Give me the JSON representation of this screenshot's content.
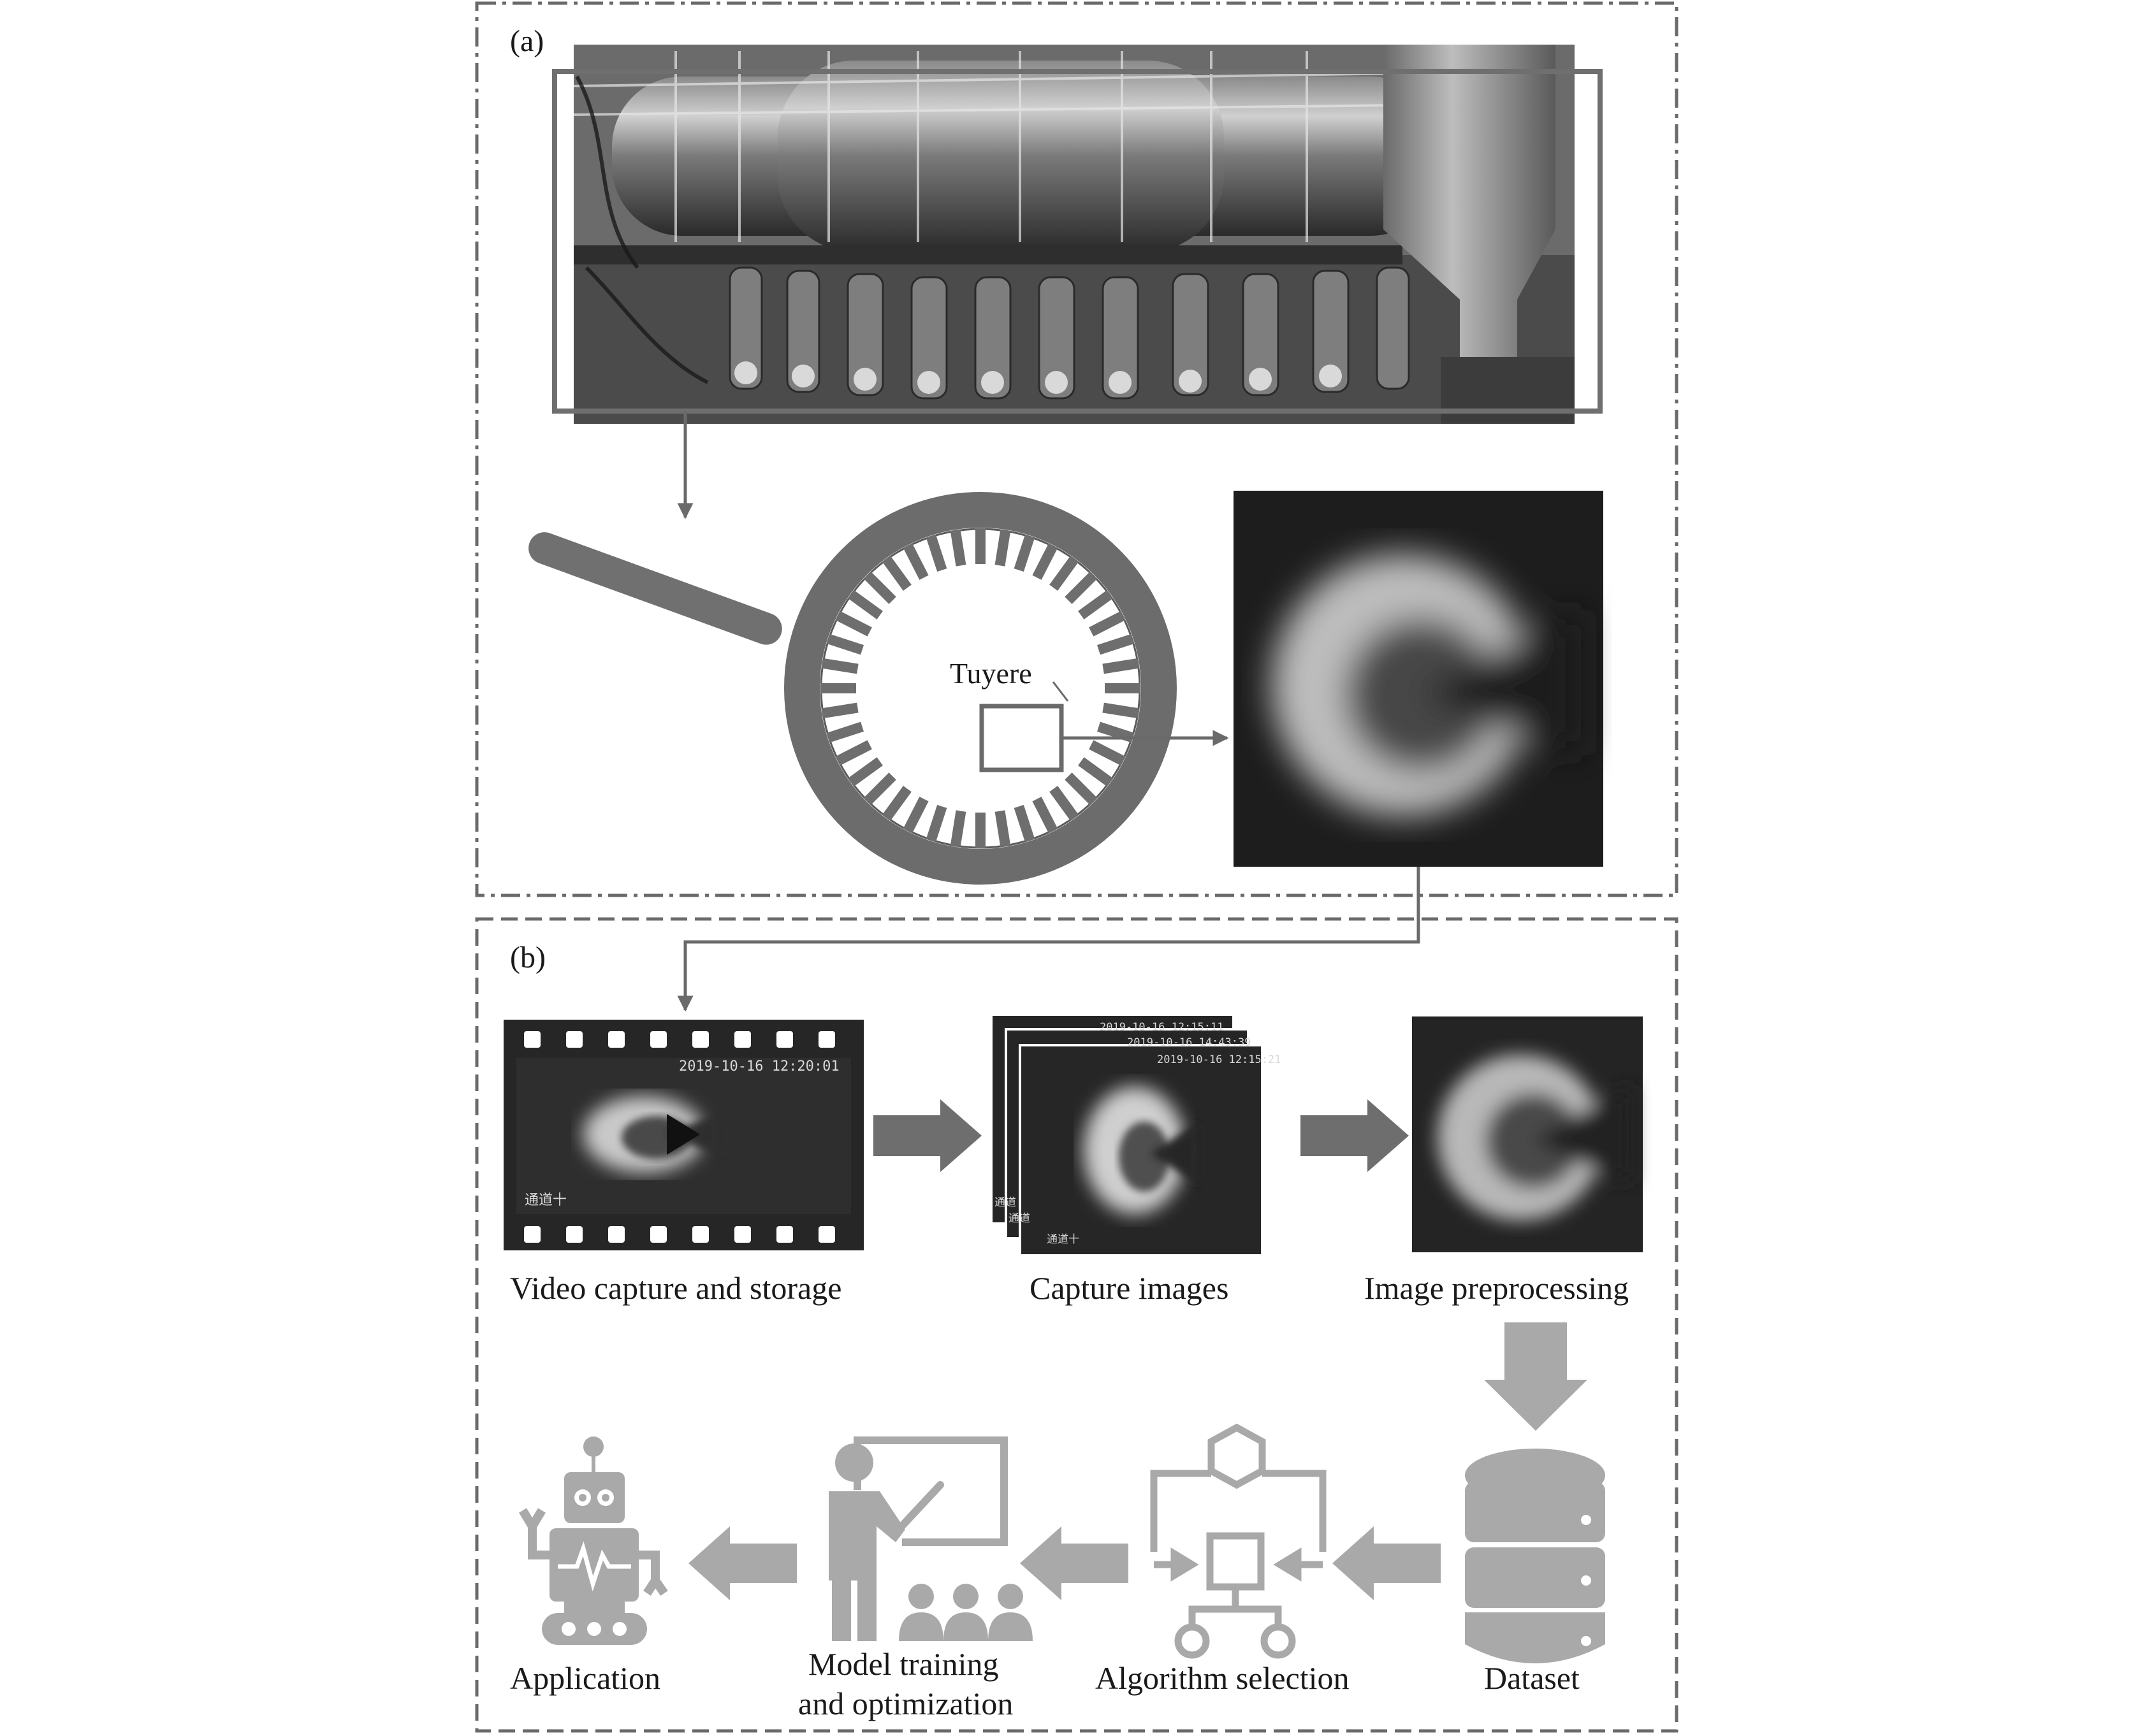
{
  "panel_a": {
    "label": "(a)",
    "tuyere_label": "Tuyere"
  },
  "panel_b": {
    "label": "(b)",
    "steps": {
      "video": "Video capture and storage",
      "capture": "Capture images",
      "preprocess": "Image preprocessing",
      "dataset": "Dataset",
      "algorithm": "Algorithm selection",
      "model_line1": "Model training",
      "model_line2": "and optimization",
      "application": "Application"
    },
    "video_overlay": {
      "timestamp": "2019-10-16 12:20:01",
      "channel": "通道十"
    },
    "capture_overlays": {
      "timestamps": [
        "2019-10-16 12:15:11",
        "2019-10-16 14:43:39",
        "2019-10-16 12:15:21"
      ],
      "channels": [
        "通道",
        "通道",
        "通道十"
      ]
    }
  },
  "colors": {
    "line": "#6a6a6a",
    "icon": "#a9a9a9",
    "arrow": "#6e6e6e",
    "dark_image": "#1e1e1e"
  }
}
